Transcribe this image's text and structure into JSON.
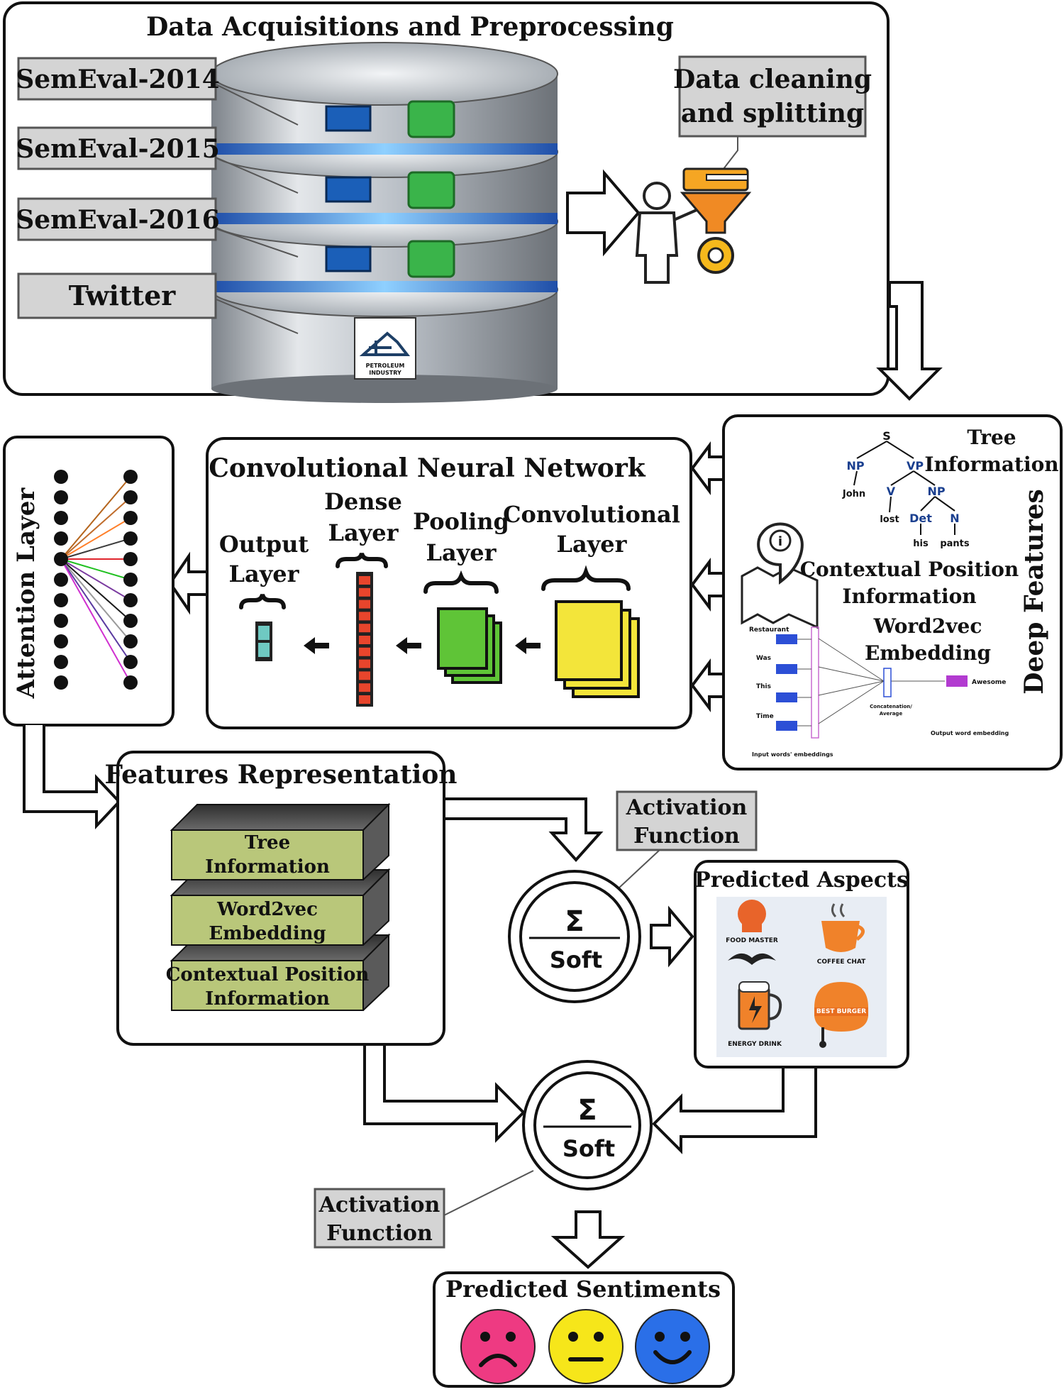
{
  "acquisition": {
    "title": "Data Acquisitions and Preprocessing",
    "sources": [
      "SemEval-2014",
      "SemEval-2015",
      "SemEval-2016",
      "Twitter"
    ],
    "cleaning": [
      "Data cleaning",
      "and splitting"
    ],
    "server_logo": [
      "PETROLEUM",
      "INDUSTRY"
    ]
  },
  "deep_features": {
    "title": "Deep Features",
    "tree": {
      "label": [
        "Tree",
        "Information"
      ],
      "nodes": [
        "S",
        "NP",
        "VP",
        "V",
        "NP",
        "Det",
        "N"
      ],
      "words": [
        "John",
        "lost",
        "his",
        "pants"
      ]
    },
    "context": [
      "Contextual Position",
      "Information"
    ],
    "word2vec": {
      "label": [
        "Word2vec",
        "Embedding"
      ],
      "inputs": [
        "Restaurant",
        "Was",
        "This",
        "Time"
      ],
      "output": "Awesome",
      "concat": [
        "Concatenation/",
        "Average"
      ],
      "input_caption": "Input words' embeddings",
      "output_caption": "Output word embedding"
    }
  },
  "cnn": {
    "title": "Convolutional Neural Network",
    "layers": [
      [
        "Output",
        "Layer"
      ],
      [
        "Dense",
        "Layer"
      ],
      [
        "Pooling",
        "Layer"
      ],
      [
        "Convolutional",
        "Layer"
      ]
    ]
  },
  "attention": {
    "title": "Attention Layer"
  },
  "features": {
    "title": "Features Representation",
    "slabs": [
      [
        "Tree",
        "Information"
      ],
      [
        "Word2vec",
        "Embedding"
      ],
      [
        "Contextual Position",
        "Information"
      ]
    ]
  },
  "activation_top": {
    "label": [
      "Activation",
      "Function"
    ],
    "sigma": "Σ",
    "soft": "Soft"
  },
  "activation_bottom": {
    "label": [
      "Activation",
      "Function"
    ],
    "sigma": "Σ",
    "soft": "Soft"
  },
  "aspects": {
    "title": "Predicted Aspects",
    "items": [
      "FOOD MASTER",
      "COFFEE CHAT",
      "ENERGY DRINK",
      "BEST BURGER"
    ]
  },
  "sentiments": {
    "title": "Predicted Sentiments",
    "faces": [
      {
        "name": "negative",
        "color": "#ee3a82"
      },
      {
        "name": "neutral",
        "color": "#f6e61a"
      },
      {
        "name": "positive",
        "color": "#2a6fe8"
      }
    ]
  },
  "colors": {
    "label_box": "#d4d4d4",
    "slab": "#b9c77a",
    "conv": "#f3e53a",
    "pool": "#5fc437",
    "dense": "#e8452c",
    "output": "#6fc9c2"
  }
}
